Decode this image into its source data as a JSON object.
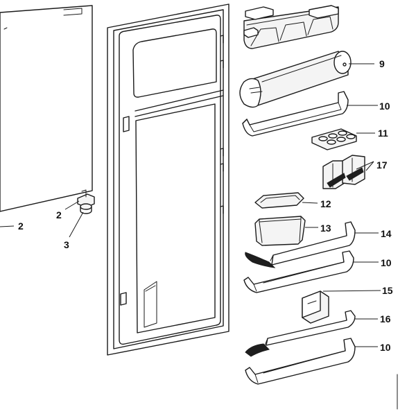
{
  "diagram": {
    "callouts": {
      "n2_cabinet": "2",
      "n2_hinge": "2",
      "n3": "3",
      "n9": "9",
      "n10_a": "10",
      "n11": "11",
      "n17": "17",
      "n12": "12",
      "n13": "13",
      "n14": "14",
      "n10_b": "10",
      "n15": "15",
      "n16": "16",
      "n10_c": "10"
    },
    "colors": {
      "line": "#1a1a1a",
      "fill": "#f4f4f4",
      "background": "#ffffff"
    }
  }
}
